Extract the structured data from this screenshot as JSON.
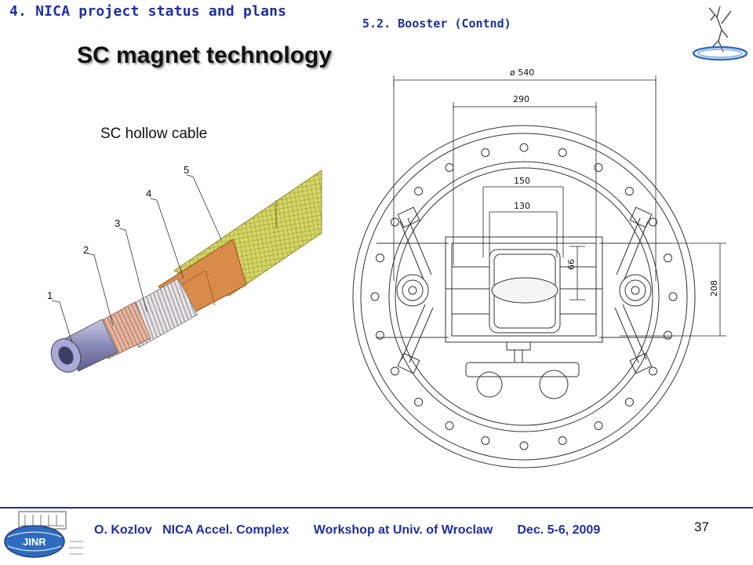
{
  "header": {
    "section_title": "4. NICA project status and plans",
    "subsection_title": "5.2. Booster (Contnd)"
  },
  "slide": {
    "heading": "SC magnet technology",
    "cable_caption": "SC hollow cable",
    "cable_part_labels": [
      "1",
      "2",
      "3",
      "4",
      "5"
    ]
  },
  "drawing": {
    "dim_outer": "ø 540",
    "dim_290": "290",
    "dim_150": "150",
    "dim_130": "130",
    "dim_66": "66",
    "dim_208": "208"
  },
  "logo": {
    "text": "JINR"
  },
  "footer": {
    "author": "O. Kozlov",
    "project": "NICA Accel. Complex",
    "event": "Workshop at Univ. of Wroclaw",
    "date": "Dec. 5-6, 2009",
    "page_number": "37"
  },
  "colors": {
    "title_blue": "#1f2f9e",
    "cable_yellow": "#d8d86a",
    "copper": "#d98c4a"
  }
}
